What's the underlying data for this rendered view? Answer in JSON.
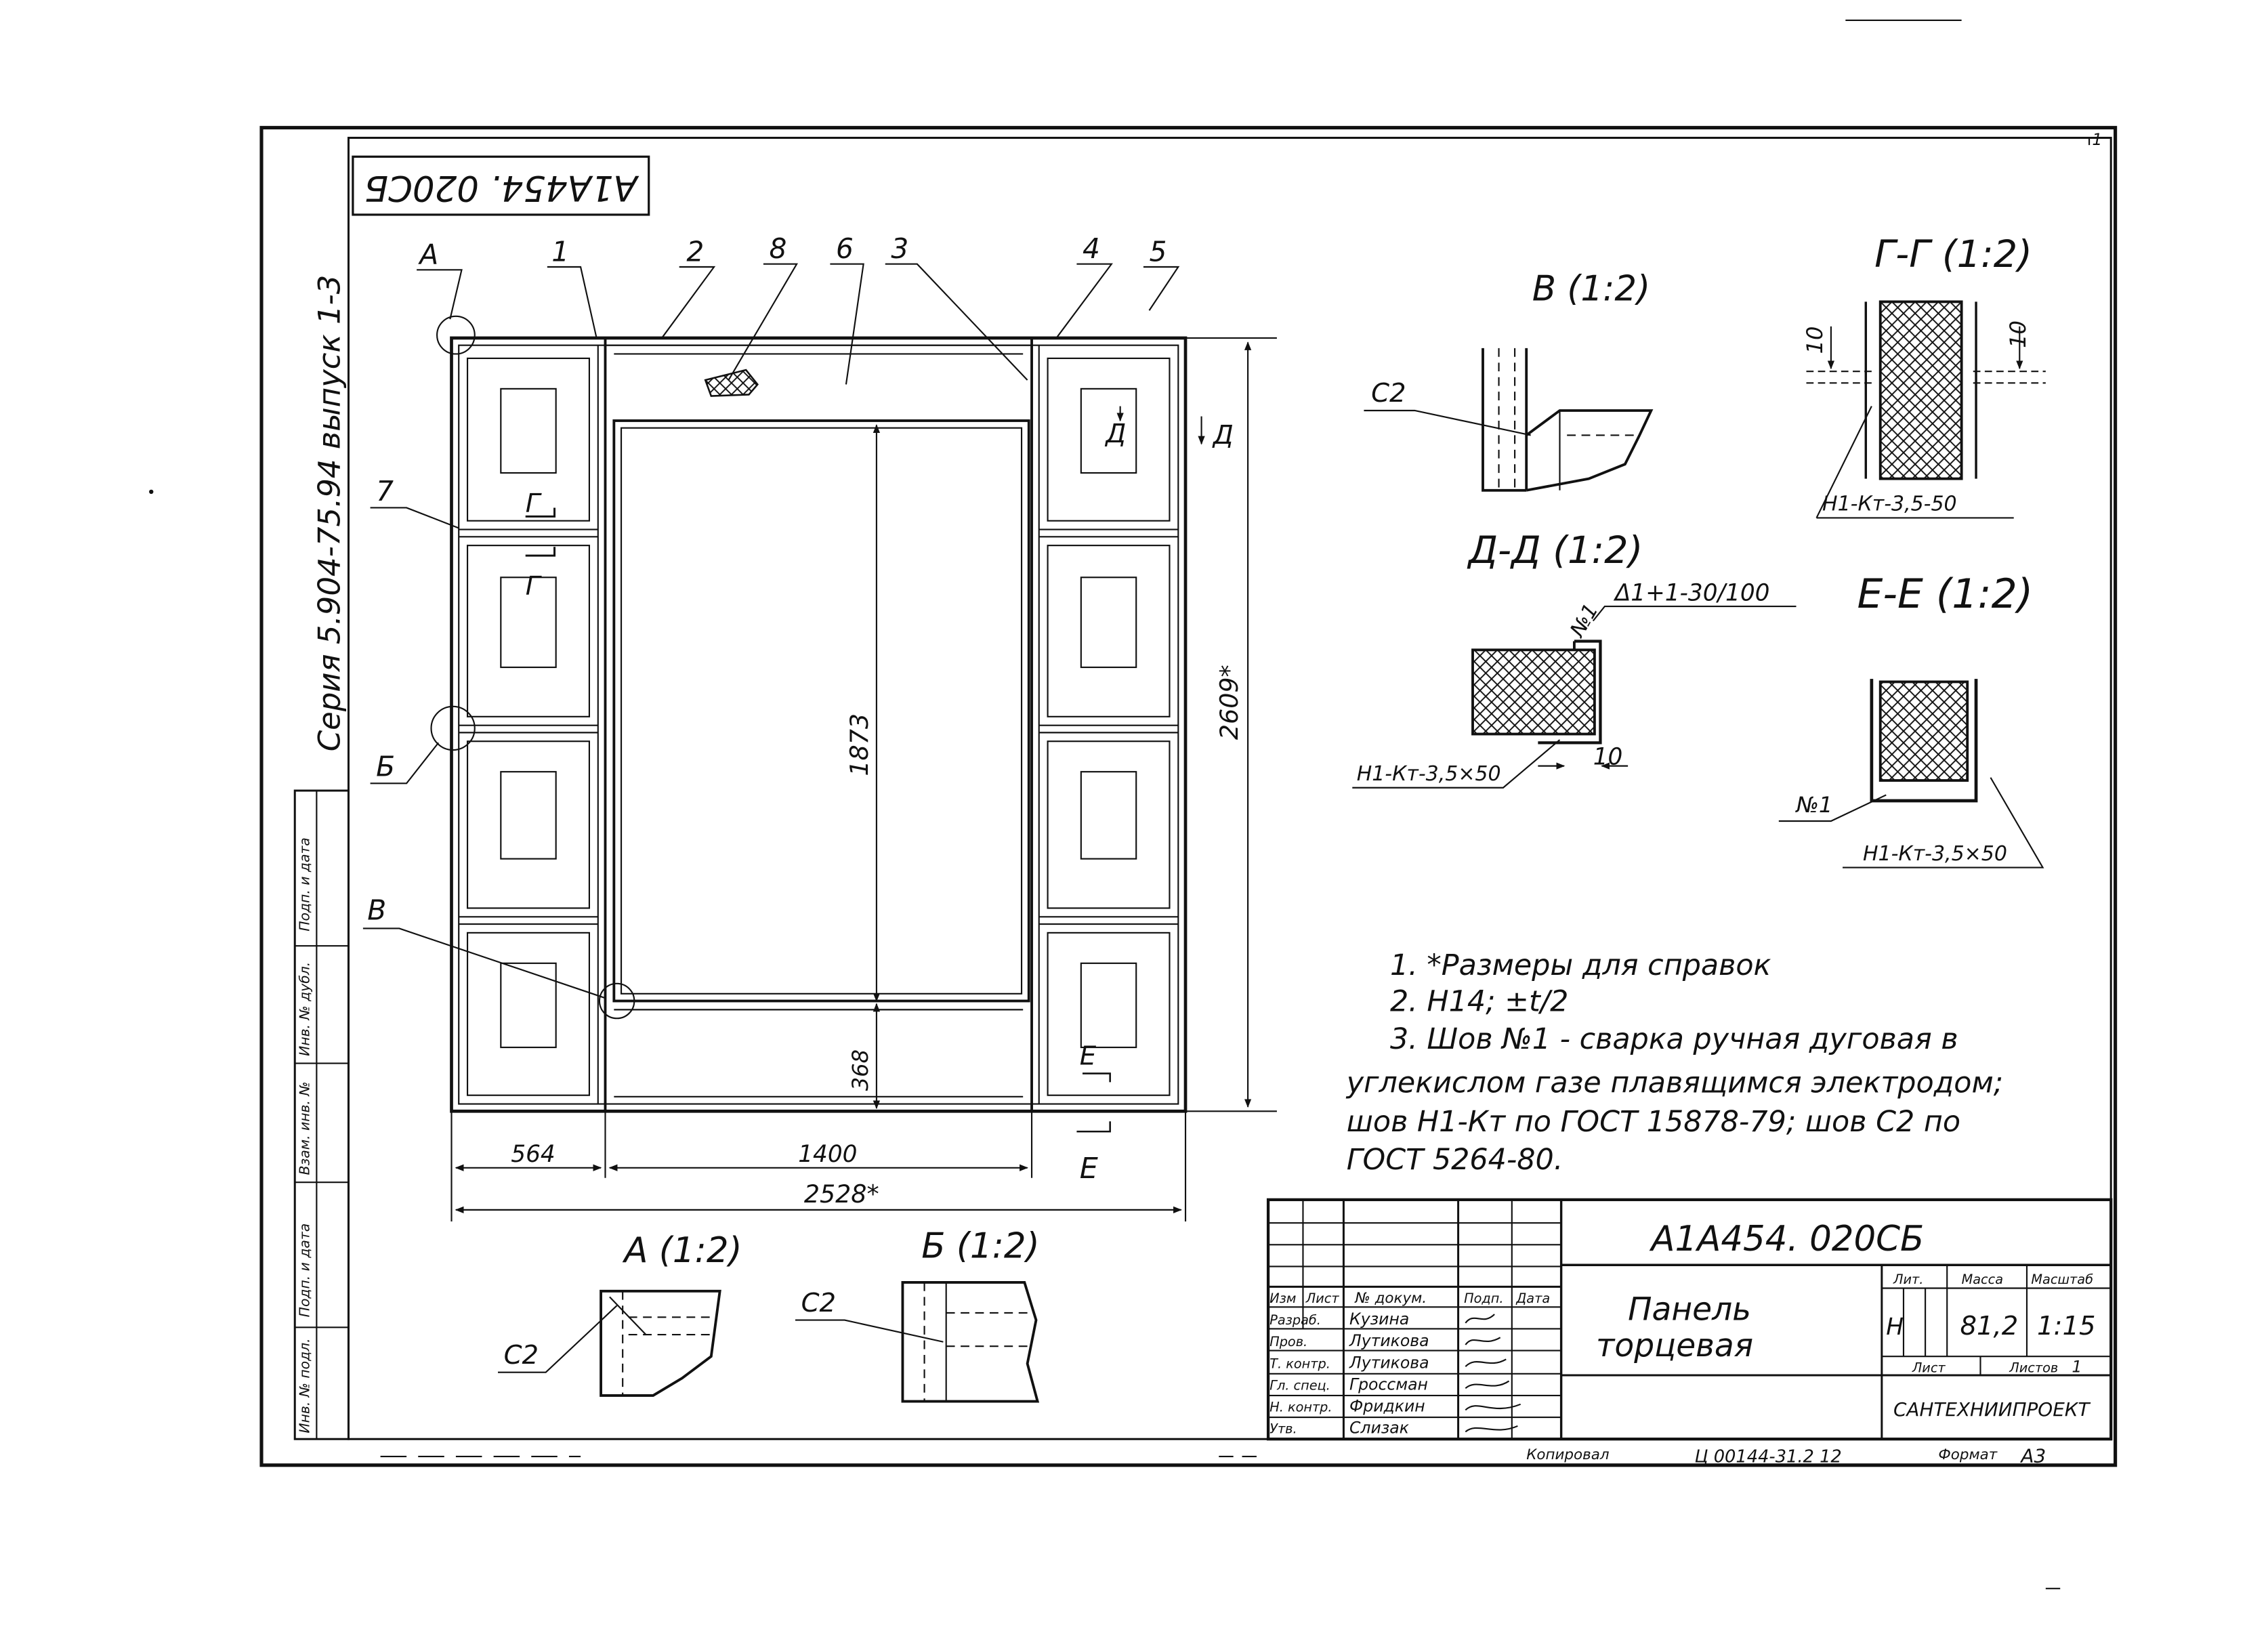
{
  "drawing": {
    "code_rotated": "А1А454. 020СБ",
    "series_rotated": "Серия 5.904-75.94 выпуск 1-3",
    "sheet_corner": "1",
    "parts": [
      "А",
      "1",
      "2",
      "8",
      "6",
      "3",
      "4",
      "5",
      "7",
      "Б",
      "В"
    ],
    "section_marks": {
      "g_top": "Г",
      "g_bottom": "Г",
      "d_inner": "Д",
      "d_outer": "Д",
      "e_inner": "Е",
      "e_outer": "Е"
    },
    "dims": {
      "inner_height": "1873",
      "bottom_height": "368",
      "total_height": "2609*",
      "left_width": "564",
      "inner_width": "1400",
      "total_width": "2528*"
    }
  },
  "details": {
    "v_title": "В (1:2)",
    "c2": "С2",
    "gg_title": "Г-Г (1:2)",
    "gg_dim_left": "10",
    "gg_dim_right": "10",
    "gg_weld": "Н1-Кт-3,5-50",
    "dd_title": "Д-Д (1:2)",
    "dd_no1": "№1",
    "dd_tol": "Δ1+1-30/100",
    "dd_weld": "Н1-Кт-3,5×50",
    "dd_dim": "10",
    "ee_title": "Е-Е (1:2)",
    "ee_no1": "№1",
    "ee_weld": "Н1-Кт-3,5×50",
    "a_title": "А (1:2)",
    "b_title": "Б (1:2)"
  },
  "notes": [
    "1. *Размеры для справок",
    "2. Н14; ±t/2",
    "3. Шов №1 - сварка ручная дуговая в",
    "углекислом газе плавящимся электродом;",
    "шов Н1-Кт по ГОСТ 15878-79; шов С2 по",
    "ГОСТ 5264-80."
  ],
  "left_strip": [
    "Подп. и дата",
    "Инв. № дубл.",
    "Взам. инв. №",
    "Подп. и дата",
    "Инв. № подл."
  ],
  "title_block": {
    "designation": "А1А454. 020СБ",
    "name_line1": "Панель",
    "name_line2": "торцевая",
    "col_headers": [
      "Изм",
      "Лист",
      "№ докум.",
      "Подп.",
      "Дата"
    ],
    "roles": [
      "Разраб.",
      "Пров.",
      "Т. контр.",
      "Гл. спец.",
      "Н. контр.",
      "Утв."
    ],
    "signers": [
      "Кузина",
      "Лутикова",
      "Лутикова",
      "Гроссман",
      "Фридкин",
      "Слизак"
    ],
    "lit_label": "Лит.",
    "lit_value": "Н",
    "mass_label": "Масса",
    "mass_value": "81,2",
    "scale_label": "Масштаб",
    "scale_value": "1:15",
    "sheet_label": "Лист",
    "sheets_label": "Листов",
    "sheets_value": "1",
    "org": "САНТЕХНИИПРОЕКТ"
  },
  "footer": {
    "copied": "Копировал",
    "number": "Ц 00144-31.2 12",
    "format_label": "Формат",
    "format_value": "А3"
  }
}
